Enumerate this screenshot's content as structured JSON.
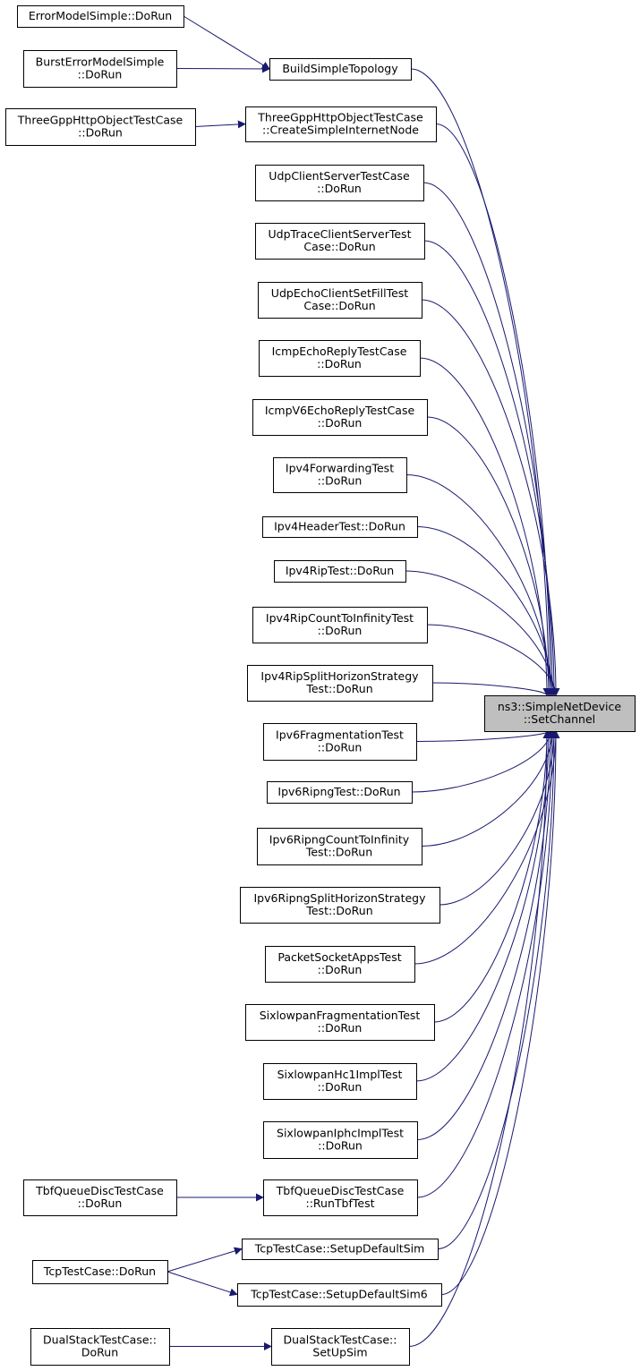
{
  "diagram": {
    "target": "ns3::SimpleNetDevice::SetChannel",
    "nodes": [
      {
        "id": "n_errmodel",
        "lines": [
          "ErrorModelSimple::DoRun"
        ]
      },
      {
        "id": "n_bursterr",
        "lines": [
          "BurstErrorModelSimple",
          "::DoRun"
        ]
      },
      {
        "id": "n_buildtopo",
        "lines": [
          "BuildSimpleTopology"
        ]
      },
      {
        "id": "n_threegpp_run",
        "lines": [
          "ThreeGppHttpObjectTestCase",
          "::DoRun"
        ]
      },
      {
        "id": "n_threegpp_create",
        "lines": [
          "ThreeGppHttpObjectTestCase",
          "::CreateSimpleInternetNode"
        ]
      },
      {
        "id": "n_udpclientserver",
        "lines": [
          "UdpClientServerTestCase",
          "::DoRun"
        ]
      },
      {
        "id": "n_udptrace",
        "lines": [
          "UdpTraceClientServerTest",
          "Case::DoRun"
        ]
      },
      {
        "id": "n_udpecho",
        "lines": [
          "UdpEchoClientSetFillTest",
          "Case::DoRun"
        ]
      },
      {
        "id": "n_icmpecho",
        "lines": [
          "IcmpEchoReplyTestCase",
          "::DoRun"
        ]
      },
      {
        "id": "n_icmpv6echo",
        "lines": [
          "IcmpV6EchoReplyTestCase",
          "::DoRun"
        ]
      },
      {
        "id": "n_ipv4fwd",
        "lines": [
          "Ipv4ForwardingTest",
          "::DoRun"
        ]
      },
      {
        "id": "n_ipv4header",
        "lines": [
          "Ipv4HeaderTest::DoRun"
        ]
      },
      {
        "id": "n_ipv4rip",
        "lines": [
          "Ipv4RipTest::DoRun"
        ]
      },
      {
        "id": "n_ipv4ripcount",
        "lines": [
          "Ipv4RipCountToInfinityTest",
          "::DoRun"
        ]
      },
      {
        "id": "n_ipv4ripsplit",
        "lines": [
          "Ipv4RipSplitHorizonStrategy",
          "Test::DoRun"
        ]
      },
      {
        "id": "n_ipv6frag",
        "lines": [
          "Ipv6FragmentationTest",
          "::DoRun"
        ]
      },
      {
        "id": "n_ipv6ripng",
        "lines": [
          "Ipv6RipngTest::DoRun"
        ]
      },
      {
        "id": "n_ipv6ripngcount",
        "lines": [
          "Ipv6RipngCountToInfinity",
          "Test::DoRun"
        ]
      },
      {
        "id": "n_ipv6ripngsplit",
        "lines": [
          "Ipv6RipngSplitHorizonStrategy",
          "Test::DoRun"
        ]
      },
      {
        "id": "n_packetsocket",
        "lines": [
          "PacketSocketAppsTest",
          "::DoRun"
        ]
      },
      {
        "id": "n_sixfrag",
        "lines": [
          "SixlowpanFragmentationTest",
          "::DoRun"
        ]
      },
      {
        "id": "n_sixhc1",
        "lines": [
          "SixlowpanHc1ImplTest",
          "::DoRun"
        ]
      },
      {
        "id": "n_sixiphc",
        "lines": [
          "SixlowpanIphcImplTest",
          "::DoRun"
        ]
      },
      {
        "id": "n_tbf_run",
        "lines": [
          "TbfQueueDiscTestCase",
          "::DoRun"
        ]
      },
      {
        "id": "n_tbf_runtbf",
        "lines": [
          "TbfQueueDiscTestCase",
          "::RunTbfTest"
        ]
      },
      {
        "id": "n_tcp_setup",
        "lines": [
          "TcpTestCase::SetupDefaultSim"
        ]
      },
      {
        "id": "n_tcp_run",
        "lines": [
          "TcpTestCase::DoRun"
        ]
      },
      {
        "id": "n_tcp_setup6",
        "lines": [
          "TcpTestCase::SetupDefaultSim6"
        ]
      },
      {
        "id": "n_dual_run",
        "lines": [
          "DualStackTestCase::",
          "DoRun"
        ]
      },
      {
        "id": "n_dual_setup",
        "lines": [
          "DualStackTestCase::",
          "SetUpSim"
        ]
      },
      {
        "id": "n_target",
        "lines": [
          "ns3::SimpleNetDevice",
          "::SetChannel"
        ]
      }
    ],
    "edges": [
      {
        "from": "n_errmodel",
        "to": "n_buildtopo"
      },
      {
        "from": "n_bursterr",
        "to": "n_buildtopo"
      },
      {
        "from": "n_threegpp_run",
        "to": "n_threegpp_create"
      },
      {
        "from": "n_tbf_run",
        "to": "n_tbf_runtbf"
      },
      {
        "from": "n_tcp_run",
        "to": "n_tcp_setup"
      },
      {
        "from": "n_tcp_run",
        "to": "n_tcp_setup6"
      },
      {
        "from": "n_dual_run",
        "to": "n_dual_setup"
      },
      {
        "from": "n_buildtopo",
        "to": "n_target"
      },
      {
        "from": "n_threegpp_create",
        "to": "n_target"
      },
      {
        "from": "n_udpclientserver",
        "to": "n_target"
      },
      {
        "from": "n_udptrace",
        "to": "n_target"
      },
      {
        "from": "n_udpecho",
        "to": "n_target"
      },
      {
        "from": "n_icmpecho",
        "to": "n_target"
      },
      {
        "from": "n_icmpv6echo",
        "to": "n_target"
      },
      {
        "from": "n_ipv4fwd",
        "to": "n_target"
      },
      {
        "from": "n_ipv4header",
        "to": "n_target"
      },
      {
        "from": "n_ipv4rip",
        "to": "n_target"
      },
      {
        "from": "n_ipv4ripcount",
        "to": "n_target"
      },
      {
        "from": "n_ipv4ripsplit",
        "to": "n_target"
      },
      {
        "from": "n_ipv6frag",
        "to": "n_target"
      },
      {
        "from": "n_ipv6ripng",
        "to": "n_target"
      },
      {
        "from": "n_ipv6ripngcount",
        "to": "n_target"
      },
      {
        "from": "n_ipv6ripngsplit",
        "to": "n_target"
      },
      {
        "from": "n_packetsocket",
        "to": "n_target"
      },
      {
        "from": "n_sixfrag",
        "to": "n_target"
      },
      {
        "from": "n_sixhc1",
        "to": "n_target"
      },
      {
        "from": "n_sixiphc",
        "to": "n_target"
      },
      {
        "from": "n_tbf_runtbf",
        "to": "n_target"
      },
      {
        "from": "n_tcp_setup",
        "to": "n_target"
      },
      {
        "from": "n_tcp_setup6",
        "to": "n_target"
      },
      {
        "from": "n_dual_setup",
        "to": "n_target"
      }
    ]
  }
}
